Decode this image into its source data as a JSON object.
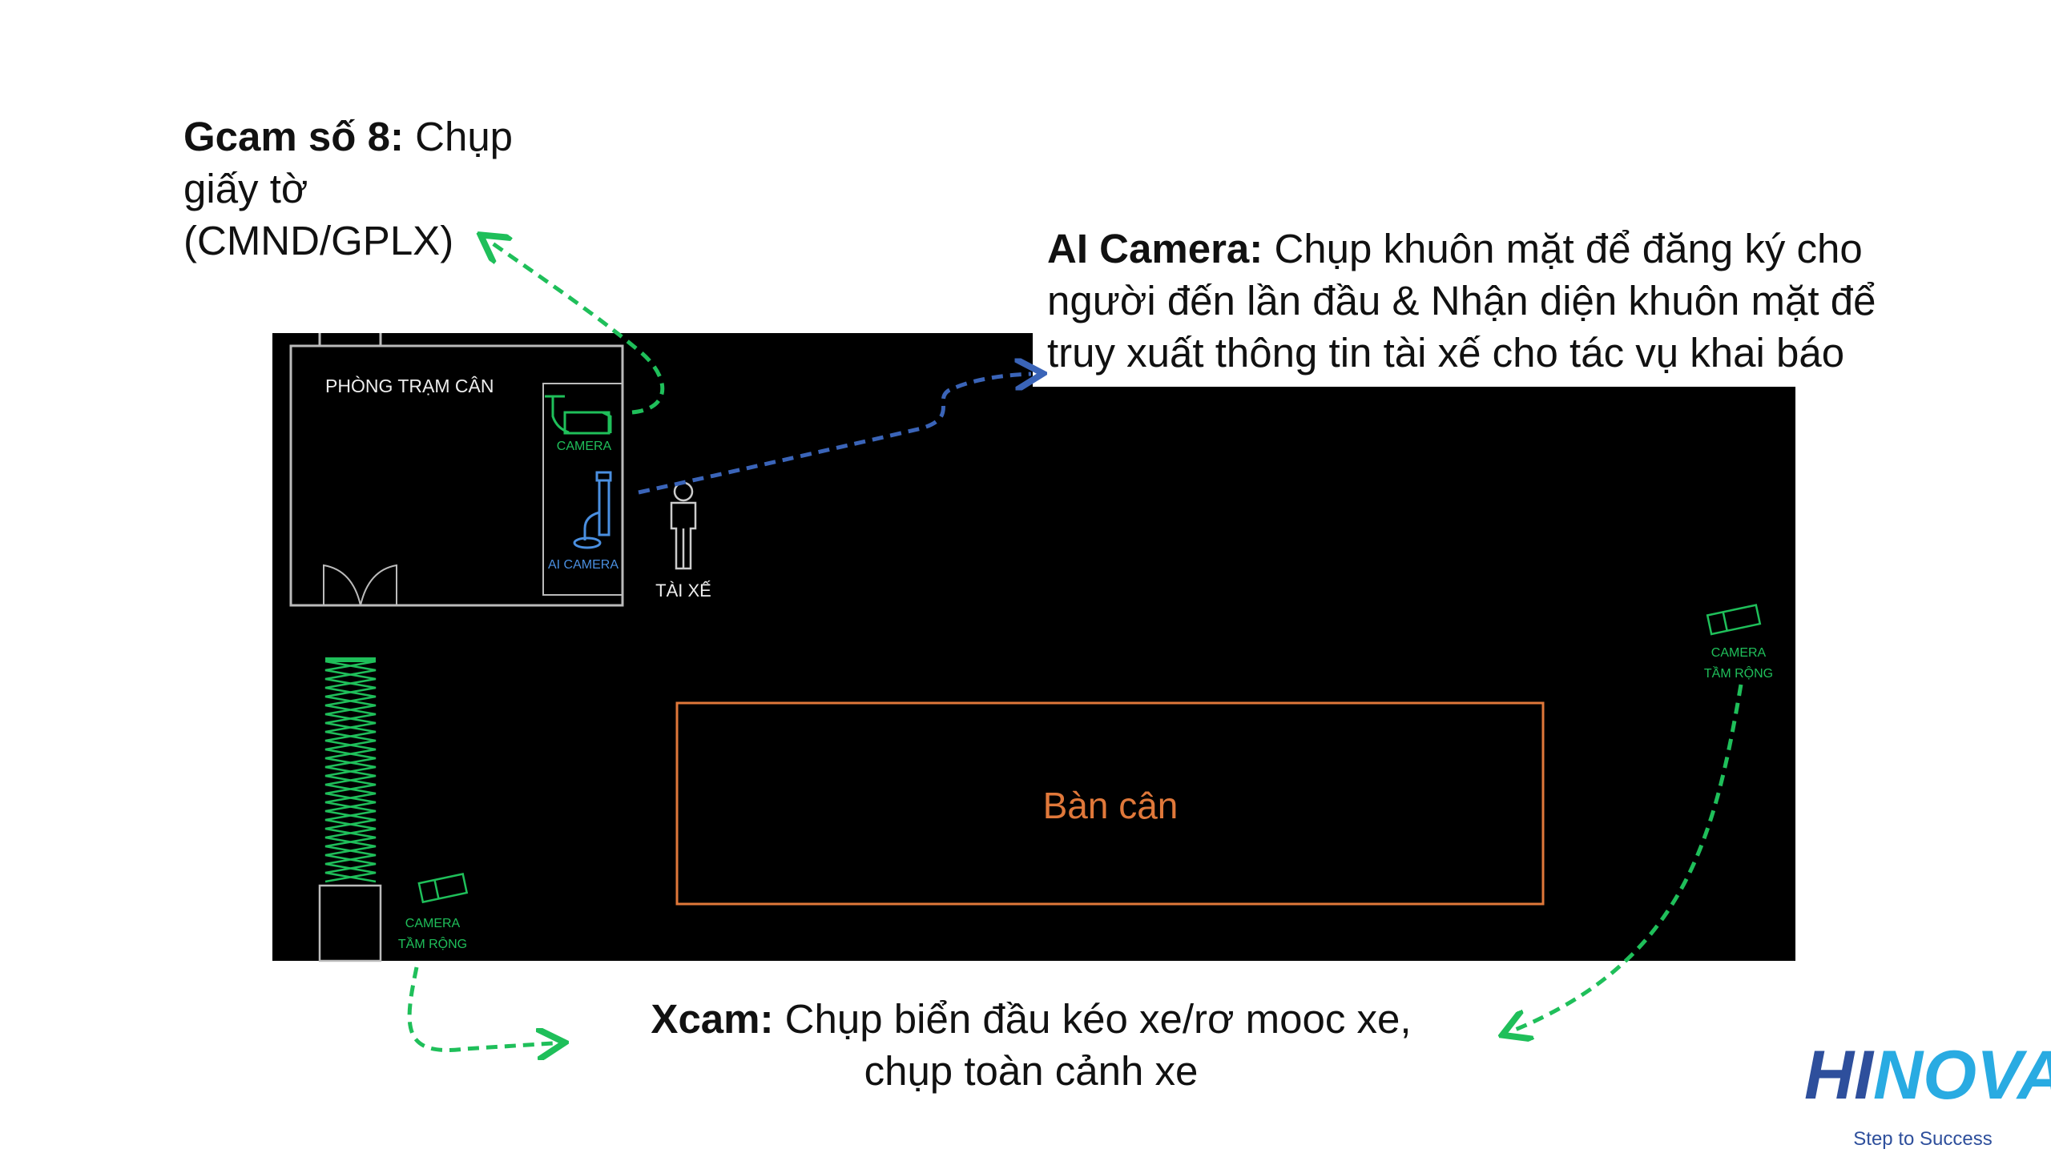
{
  "colors": {
    "green": "#1fbf5a",
    "blue": "#3a64b8",
    "orange": "#e0783a",
    "ai_blue": "#4a8fe0",
    "logo_dark": "#2e4f9c",
    "logo_light": "#29abe2"
  },
  "gcam": {
    "bold": "Gcam số 8:",
    "line1": " Chụp",
    "line2": "giấy tờ",
    "line3": "(CMND/GPLX)"
  },
  "ai_camera": {
    "bold": "AI Camera:",
    "line1": " Chụp khuôn mặt để đăng ký cho",
    "line2": "người đến lần đầu & Nhận diện khuôn mặt để",
    "line3": "truy xuất thông tin tài xế cho tác vụ khai báo"
  },
  "xcam": {
    "bold": "Xcam:",
    "line1": " Chụp biển đầu kéo xe/rơ mooc xe,",
    "line2": "chụp toàn cảnh xe"
  },
  "floorplan": {
    "room_label": "PHÒNG TRẠM CÂN",
    "camera_label": "CAMERA",
    "ai_camera_label": "AI CAMERA",
    "driver_label": "TÀI XẾ",
    "wide_camera_line1": "CAMERA",
    "wide_camera_line2": "TẦM RỘNG",
    "scale_label": "Bàn cân"
  },
  "logo": {
    "hi": "HI",
    "nova": "NOVA",
    "tagline": "Step to Success"
  }
}
